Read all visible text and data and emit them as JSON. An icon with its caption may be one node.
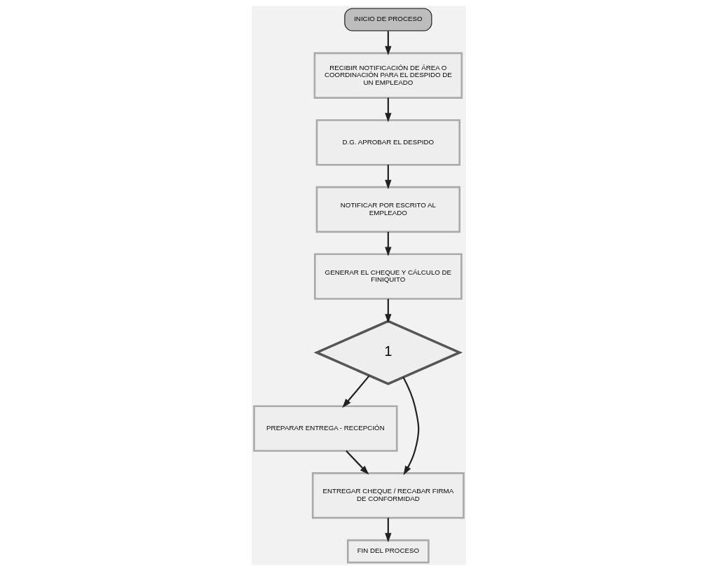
{
  "diagram": {
    "nodes": [
      {
        "text": [
          "INICIO DE PROCESO"
        ]
      },
      {
        "text": [
          "RECIBIR NOTIFICACIÓN DE ÁREA O COORDINACIÓN PARA EL DESPIDO DE UN EMPLEADO"
        ]
      },
      {
        "text": [
          "D.G. APROBAR EL DESPIDO"
        ]
      },
      {
        "text": [
          "NOTIFICAR POR ESCRITO AL EMPLEADO"
        ]
      },
      {
        "text": [
          "GENERAR EL CHEQUE Y CÁLCULO DE FINIQUITO"
        ]
      },
      {
        "text": [
          "1"
        ]
      },
      {
        "text": [
          "PREPARAR ENTREGA - RECEPCIÓN"
        ]
      },
      {
        "text": [
          "ENTREGAR CHEQUE / RECABAR FIRMA DE CONFORMIDAD"
        ]
      },
      {
        "text": [
          "FIN DEL PROCESO"
        ]
      }
    ],
    "edges": [
      {
        "from": 0,
        "to": 1,
        "arrow": "to"
      },
      {
        "from": 1,
        "to": 2,
        "arrow": "to"
      },
      {
        "from": 2,
        "to": 3,
        "arrow": "to"
      },
      {
        "from": 3,
        "to": 4,
        "arrow": "to"
      },
      {
        "from": 4,
        "to": 5,
        "arrow": "to"
      },
      {
        "from": 5,
        "to": 6,
        "arrow": "to"
      },
      {
        "from": 6,
        "to": 7,
        "arrow": "to"
      },
      {
        "from": 7,
        "to": 8,
        "arrow": "to"
      },
      {
        "from": 5,
        "to": 7,
        "arrow": "to"
      }
    ]
  }
}
